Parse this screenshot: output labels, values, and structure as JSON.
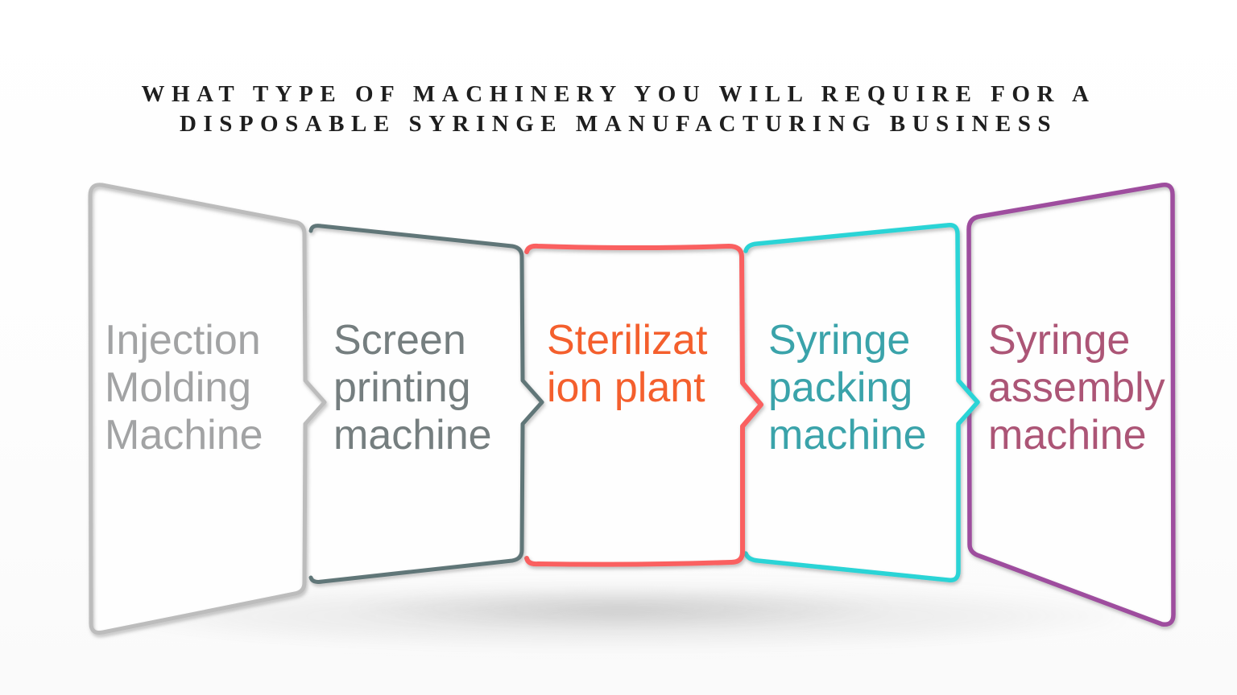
{
  "title": {
    "line1": "WHAT TYPE OF MACHINERY YOU WILL REQUIRE FOR A",
    "line2": "DISPOSABLE SYRINGE MANUFACTURING BUSINESS",
    "color": "#1e1e1e"
  },
  "diagram": {
    "type": "banner-fold-process",
    "description": "Five folded panels left to right, each pointing to the next with a chevron notch",
    "background": "#fdfdfd",
    "panel_fill": "#fefefe",
    "panels": [
      {
        "name": "injection-molding-machine",
        "lines": [
          "Injection",
          "Molding",
          "Machine"
        ],
        "border_color": "#bcbcbc",
        "text_color": "#a2a3a4",
        "has_chevron": true
      },
      {
        "name": "screen-printing-machine",
        "lines": [
          "Screen",
          "printing",
          "machine"
        ],
        "border_color": "#617678",
        "text_color": "#757e7f",
        "has_chevron": true
      },
      {
        "name": "sterilization-plant",
        "lines": [
          "Sterilizat",
          "ion plant"
        ],
        "border_color": "#fa6060",
        "text_color": "#f45f2d",
        "has_chevron": true
      },
      {
        "name": "syringe-packing-machine",
        "lines": [
          "Syringe",
          "packing",
          "machine"
        ],
        "border_color": "#29d4d6",
        "text_color": "#3aa3aa",
        "has_chevron": true
      },
      {
        "name": "syringe-assembly-machine",
        "lines": [
          "Syringe",
          "assembly",
          "machine"
        ],
        "border_color": "#9e4d9e",
        "text_color": "#ac5576",
        "has_chevron": false
      }
    ]
  }
}
